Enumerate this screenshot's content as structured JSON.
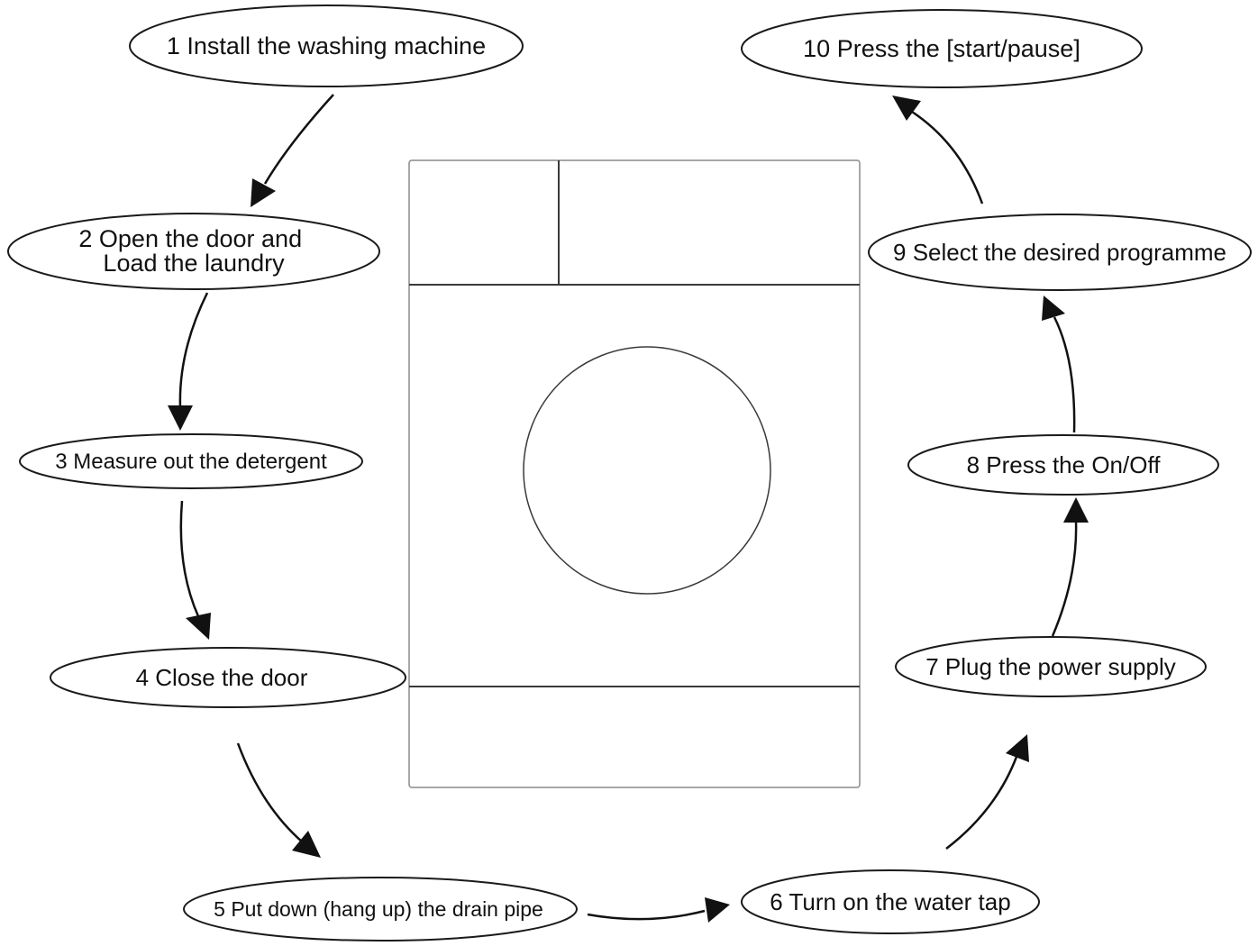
{
  "steps": [
    {
      "lines": [
        "1 Install the washing machine"
      ]
    },
    {
      "lines": [
        "2 Open the door and",
        "Load the laundry"
      ]
    },
    {
      "lines": [
        "3 Measure out the detergent"
      ]
    },
    {
      "lines": [
        "4 Close the  door"
      ]
    },
    {
      "lines": [
        "5  Put down (hang up) the drain pipe"
      ]
    },
    {
      "lines": [
        "6 Turn on the water tap"
      ]
    },
    {
      "lines": [
        "7 Plug the power supply"
      ]
    },
    {
      "lines": [
        "8 Press the On/Off"
      ]
    },
    {
      "lines": [
        "9 Select the desired programme"
      ]
    },
    {
      "lines": [
        "10 Press the [start/pause]"
      ]
    }
  ],
  "colors": {
    "stroke": "#1a1a1a",
    "text": "#111111"
  }
}
